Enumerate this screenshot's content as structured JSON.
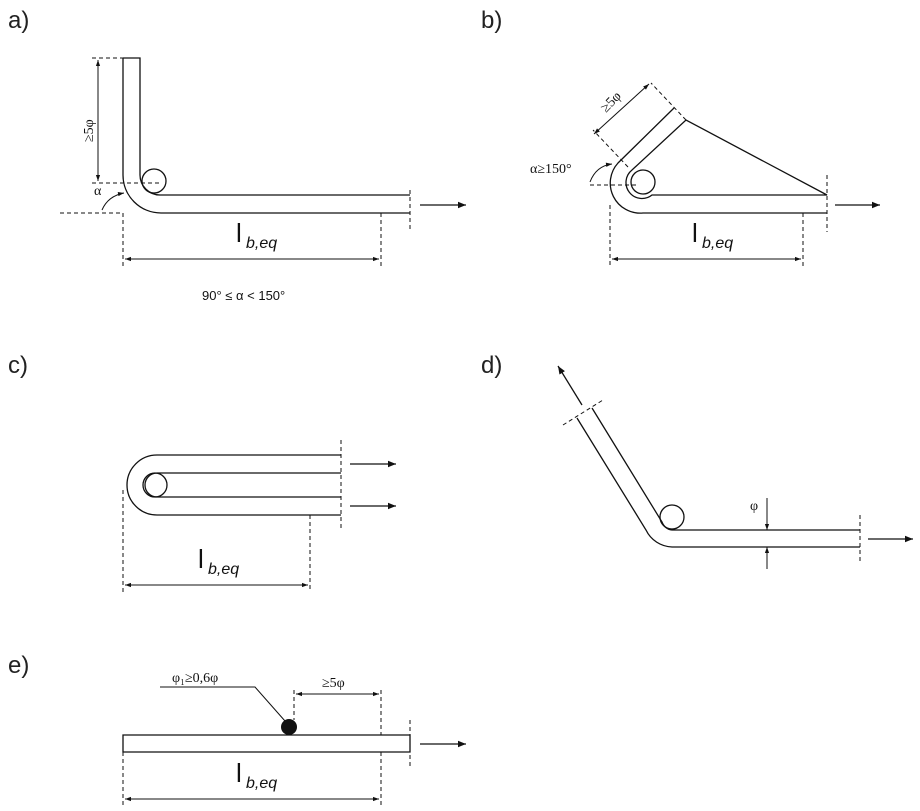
{
  "panels": {
    "a": {
      "label": "a)",
      "lb_main": "l",
      "lb_sub": "b,eq",
      "dim_label": "≥5φ",
      "angle_label": "α",
      "note": "90° ≤ α < 150°"
    },
    "b": {
      "label": "b)",
      "lb_main": "l",
      "lb_sub": "b,eq",
      "dim_label": "≥5φ",
      "angle_label": "α≥150°"
    },
    "c": {
      "label": "c)",
      "lb_main": "l",
      "lb_sub": "b,eq"
    },
    "d": {
      "label": "d)",
      "dim_label": "φ"
    },
    "e": {
      "label": "e)",
      "lb_main": "l",
      "lb_sub": "b,eq",
      "weld_label": "φ₁≥0,6φ",
      "dim_label": "≥5φ"
    }
  }
}
